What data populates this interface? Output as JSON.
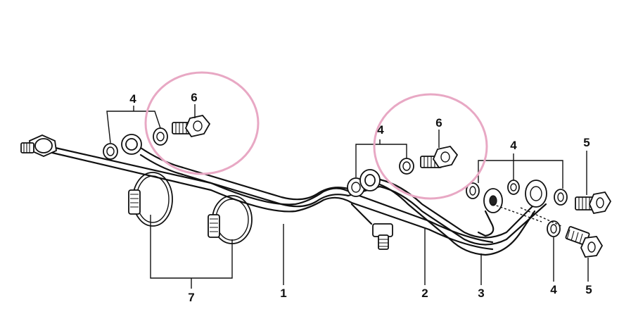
{
  "labels": {
    "pipe_1": "1",
    "pipe_2": "2",
    "pipe_3": "3",
    "washer_left": "4",
    "washer_mid": "4",
    "washer_right": "4",
    "washer_bottom": "4",
    "banjo_bolt_top": "5",
    "banjo_bolt_bottom": "5",
    "bolt_left": "6",
    "bolt_mid": "6",
    "clamp": "7"
  },
  "colors": {
    "highlight": "#e8a8c4",
    "ink": "#111111"
  }
}
